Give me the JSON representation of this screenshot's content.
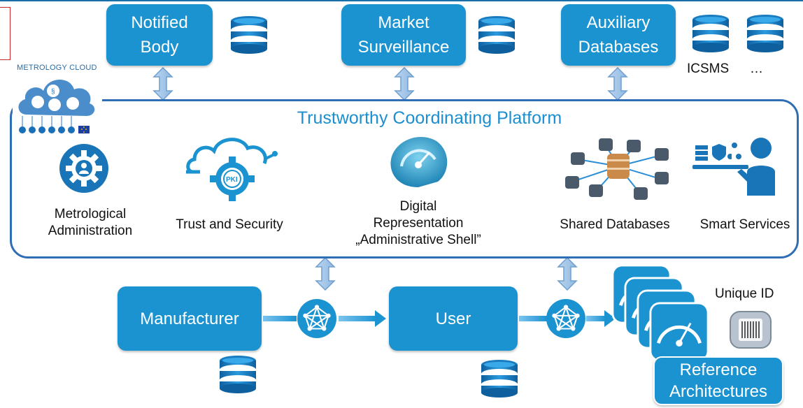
{
  "top_boxes": [
    {
      "label": "Notified\nBody"
    },
    {
      "label": "Market\nSurveillance"
    },
    {
      "label": "Auxiliary\nDatabases"
    }
  ],
  "extra_db_labels": [
    "ICSMS",
    "…"
  ],
  "cloud_title": "METROLOGY CLOUD",
  "platform": {
    "title": "Trustworthy Coordinating Platform",
    "items": [
      {
        "label": "Metrological\nAdministration",
        "icon": "gear-person-icon"
      },
      {
        "label": "Trust and Security",
        "icon": "pki-cloud-gear-icon"
      },
      {
        "label": "Digital\nRepresentation\n„Administrative Shell”",
        "icon": "gauge-icon"
      },
      {
        "label": "Shared Databases",
        "icon": "database-network-icon"
      },
      {
        "label": "Smart Services",
        "icon": "waiter-services-icon"
      }
    ]
  },
  "bottom_boxes": [
    {
      "label": "Manufacturer"
    },
    {
      "label": "User"
    }
  ],
  "unique_id_label": "Unique ID",
  "reference_label": "Reference\nArchitectures",
  "colors": {
    "box": "#1b93d1",
    "frame": "#2f6db5",
    "title": "#1b8fd1",
    "database": "#1a7cc0"
  }
}
